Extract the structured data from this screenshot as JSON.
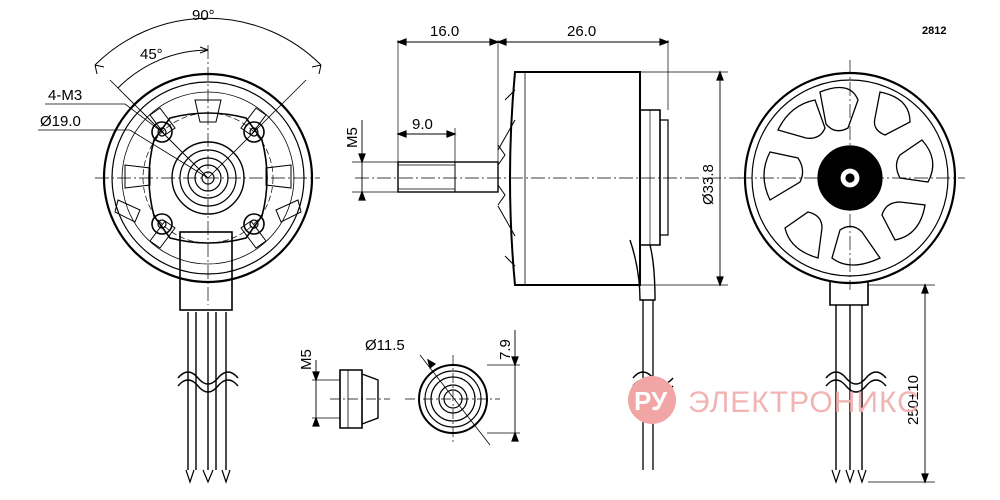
{
  "model_label": "2812",
  "dimensions": {
    "angle_outer": "90°",
    "angle_inner": "45°",
    "mount_holes": "4-M3",
    "bolt_circle": "Ø19.0",
    "shaft_length": "16.0",
    "body_length": "26.0",
    "shaft_thread": "M5",
    "thread_length": "9.0",
    "body_diameter": "Ø33.8",
    "nut_thread": "M5",
    "nut_diameter": "Ø11.5",
    "nut_height": "7.9",
    "lead_length": "250±10"
  },
  "watermark": {
    "logo": "РУ",
    "text": "ЭЛЕКТРОНИКС",
    "color": "#e05050"
  }
}
